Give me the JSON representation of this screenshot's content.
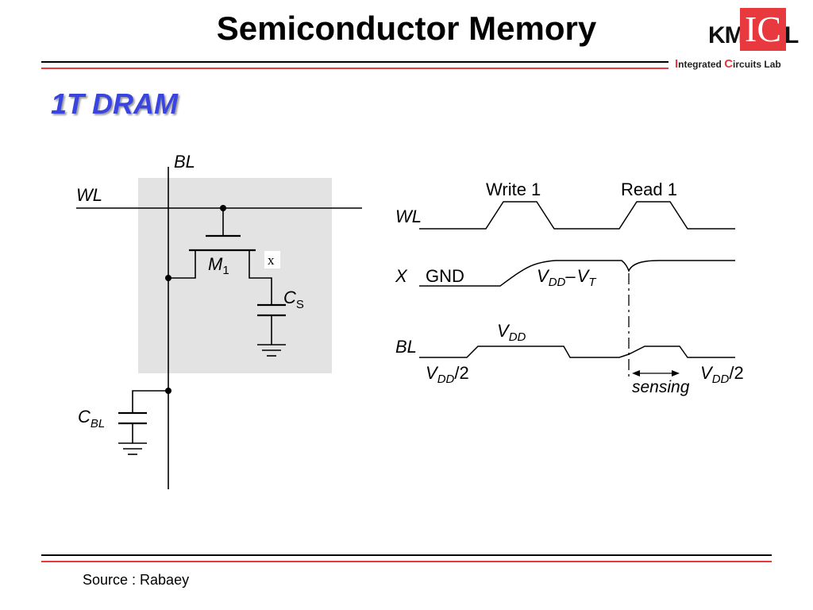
{
  "slide": {
    "title": "Semiconductor Memory",
    "subtitle": "1T DRAM",
    "source": "Source : Rabaey"
  },
  "logo": {
    "km": "KM",
    "ic": "IC",
    "l": "L",
    "tagline_cap1": "I",
    "tagline_part1": "ntegrated ",
    "tagline_cap2": "C",
    "tagline_part2": "ircuits Lab"
  },
  "circuit": {
    "bl": "BL",
    "wl": "WL",
    "transistor": "M",
    "transistor_sub": "1",
    "node": "x",
    "cs": "C",
    "cs_sub": "S",
    "cbl": "C",
    "cbl_sub": "BL"
  },
  "timing": {
    "write1": "Write 1",
    "read1": "Read 1",
    "wl": "WL",
    "x": "X",
    "gnd": "GND",
    "vdd": "V",
    "vdd_sub": "DD",
    "dash": "–",
    "vt": "V",
    "vt_sub": "T",
    "bl": "BL",
    "half": "/2",
    "sensing": "sensing"
  },
  "colors": {
    "accent_red": "#e8393f",
    "subtitle_blue": "#3a44e0",
    "cell_shading": "#e3e3e3"
  }
}
